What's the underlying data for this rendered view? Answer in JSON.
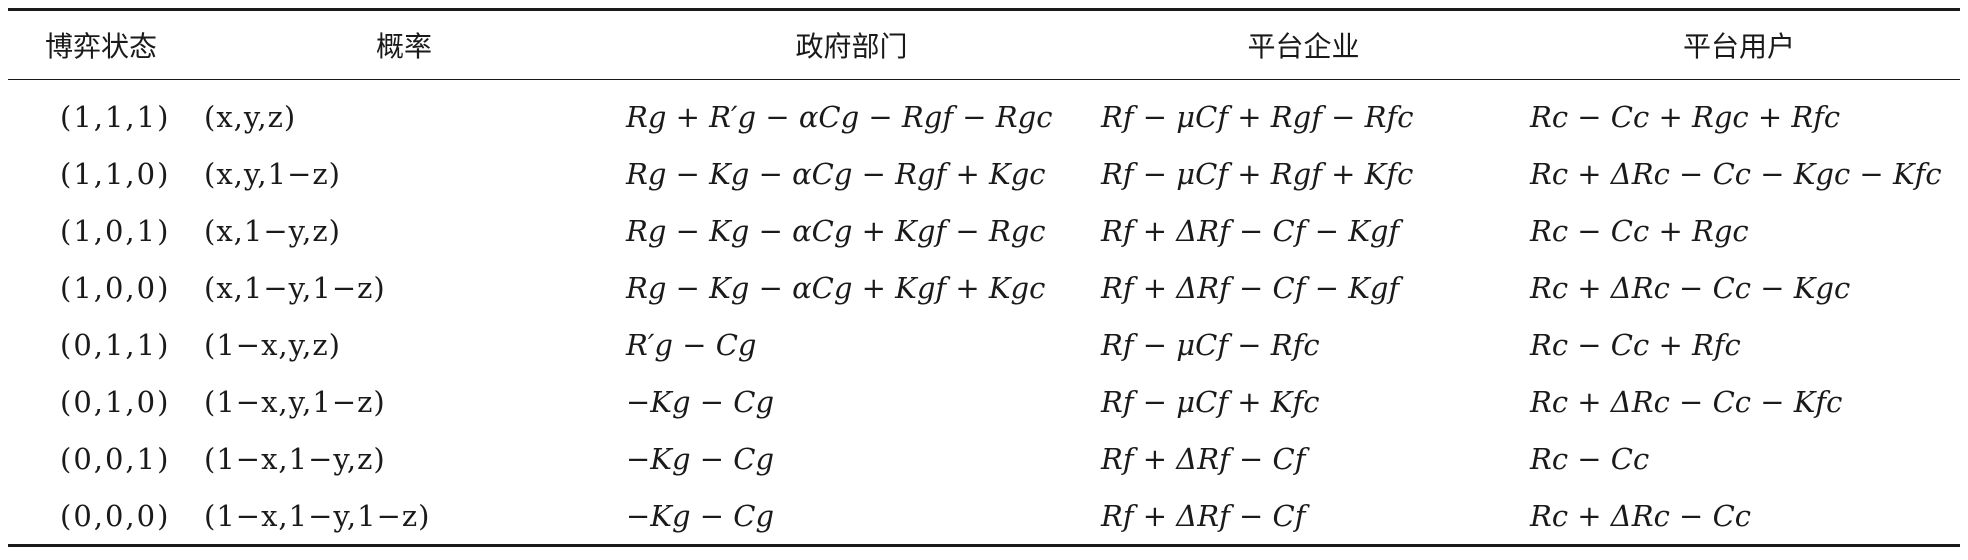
{
  "table": {
    "headers": [
      "博弈状态",
      "概率",
      "政府部门",
      "平台企业",
      "平台用户"
    ],
    "rows": [
      {
        "state": "(1,1,1)",
        "prob": "(x,y,z)",
        "gov": "Rg + R′g − αCg − Rgf − Rgc",
        "firm": "Rf − μCf + Rgf − Rfc",
        "user": "Rc − Cc + Rgc + Rfc"
      },
      {
        "state": "(1,1,0)",
        "prob": "(x,y,1−z)",
        "gov": "Rg − Kg − αCg − Rgf + Kgc",
        "firm": "Rf − μCf + Rgf + Kfc",
        "user": "Rc + ΔRc − Cc − Kgc − Kfc"
      },
      {
        "state": "(1,0,1)",
        "prob": "(x,1−y,z)",
        "gov": "Rg − Kg − αCg + Kgf − Rgc",
        "firm": "Rf + ΔRf − Cf − Kgf",
        "user": "Rc − Cc + Rgc"
      },
      {
        "state": "(1,0,0)",
        "prob": "(x,1−y,1−z)",
        "gov": "Rg − Kg − αCg + Kgf + Kgc",
        "firm": "Rf + ΔRf − Cf − Kgf",
        "user": "Rc + ΔRc − Cc − Kgc"
      },
      {
        "state": "(0,1,1)",
        "prob": "(1−x,y,z)",
        "gov": "R′g − Cg",
        "firm": "Rf − μCf − Rfc",
        "user": "Rc − Cc + Rfc"
      },
      {
        "state": "(0,1,0)",
        "prob": "(1−x,y,1−z)",
        "gov": "−Kg − Cg",
        "firm": "Rf − μCf + Kfc",
        "user": "Rc + ΔRc − Cc − Kfc"
      },
      {
        "state": "(0,0,1)",
        "prob": "(1−x,1−y,z)",
        "gov": "−Kg − Cg",
        "firm": "Rf + ΔRf − Cf",
        "user": "Rc − Cc"
      },
      {
        "state": "(0,0,0)",
        "prob": "(1−x,1−y,1−z)",
        "gov": "−Kg − Cg",
        "firm": "Rf + ΔRf − Cf",
        "user": "Rc + ΔRc − Cc"
      }
    ]
  }
}
